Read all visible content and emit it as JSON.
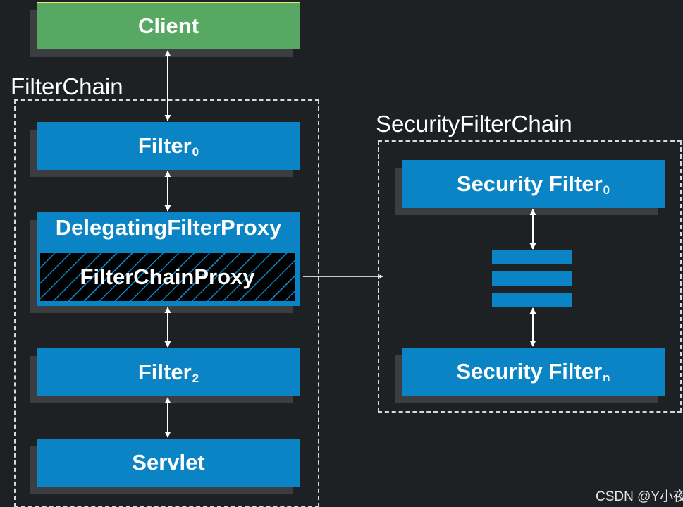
{
  "client": {
    "label": "Client"
  },
  "filter_chain": {
    "title": "FilterChain",
    "filter0": {
      "label": "Filter",
      "sub": "0"
    },
    "delegating": {
      "label": "DelegatingFilterProxy",
      "proxy_label": "FilterChainProxy"
    },
    "filter2": {
      "label": "Filter",
      "sub": "2"
    },
    "servlet": {
      "label": "Servlet"
    }
  },
  "security_filter_chain": {
    "title": "SecurityFilterChain",
    "filter0": {
      "label": "Security Filter",
      "sub": "0"
    },
    "filtern": {
      "label": "Security Filter",
      "sub": "n"
    }
  },
  "watermark": "CSDN @Y小夜",
  "colors": {
    "background": "#1e2124",
    "box_blue": "#0b84c6",
    "client_green": "#57a862",
    "shadow": "#3b3d40"
  }
}
